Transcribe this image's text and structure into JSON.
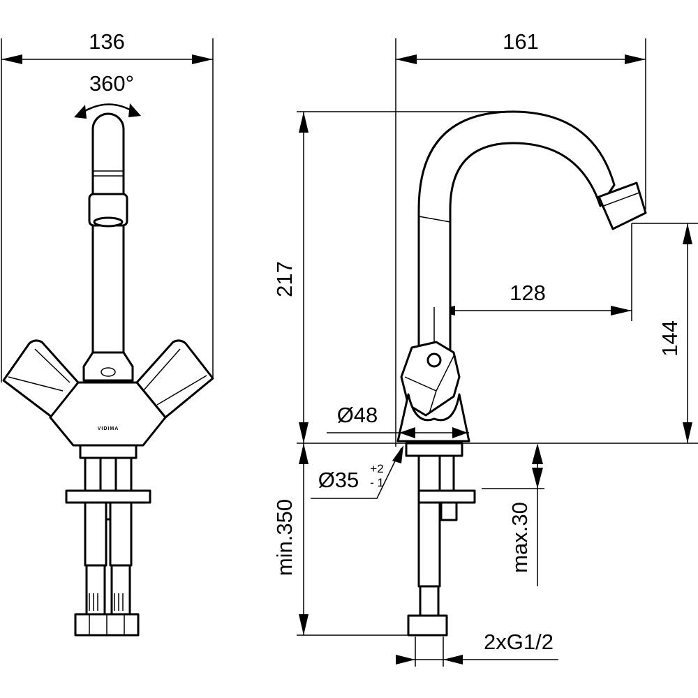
{
  "drawing": {
    "front_view": {
      "width_dim": "136",
      "rotation_dim": "360°",
      "logo": "VIDIMA"
    },
    "side_view": {
      "width_dim": "161",
      "height_dim": "217",
      "outlet_height_dim": "144",
      "reach_dim": "128",
      "base_diameter_dim": "Ø48",
      "hole_diameter_dim": "Ø35",
      "hole_tol_upper": "+2",
      "hole_tol_lower": "- 1",
      "min_length_dim": "min.350",
      "max_thickness_dim": "max.30",
      "connection_dim": "2xG1/2"
    }
  }
}
